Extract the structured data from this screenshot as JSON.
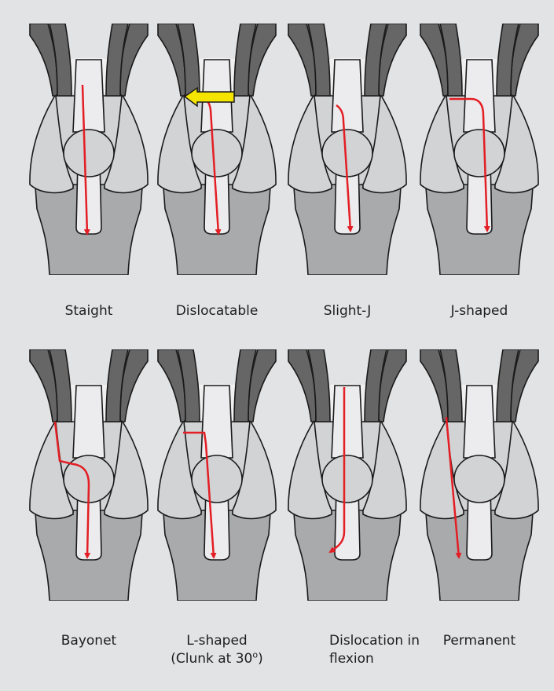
{
  "figure": {
    "background": "#e2e3e5",
    "colors": {
      "tendon": "#666667",
      "femur_groove": "#f0f0f1",
      "condyle": "#d2d3d5",
      "tibia": "#a9aaac",
      "outline": "#1a1a1a",
      "track": "#e31e24",
      "pointer_arrow": "#f4e400"
    },
    "panels": [
      {
        "id": "straight",
        "label_lines": [
          "Staight"
        ]
      },
      {
        "id": "dislocatable",
        "label_lines": [
          "Dislocatable"
        ],
        "has_pointer": true
      },
      {
        "id": "slight-j",
        "label_lines": [
          "Slight-J"
        ]
      },
      {
        "id": "j-shaped",
        "label_lines": [
          "J-shaped"
        ]
      },
      {
        "id": "bayonet",
        "label_lines": [
          "Bayonet"
        ]
      },
      {
        "id": "l-shaped",
        "label_lines": [
          "L-shaped",
          "(Clunk at 30"
        ],
        "superscript": "o",
        "closing": ")"
      },
      {
        "id": "dislocation-in-flexion",
        "label_lines": [
          "Dislocation in",
          "flexion"
        ]
      },
      {
        "id": "permanent",
        "label_lines": [
          "Permanent"
        ]
      }
    ]
  }
}
